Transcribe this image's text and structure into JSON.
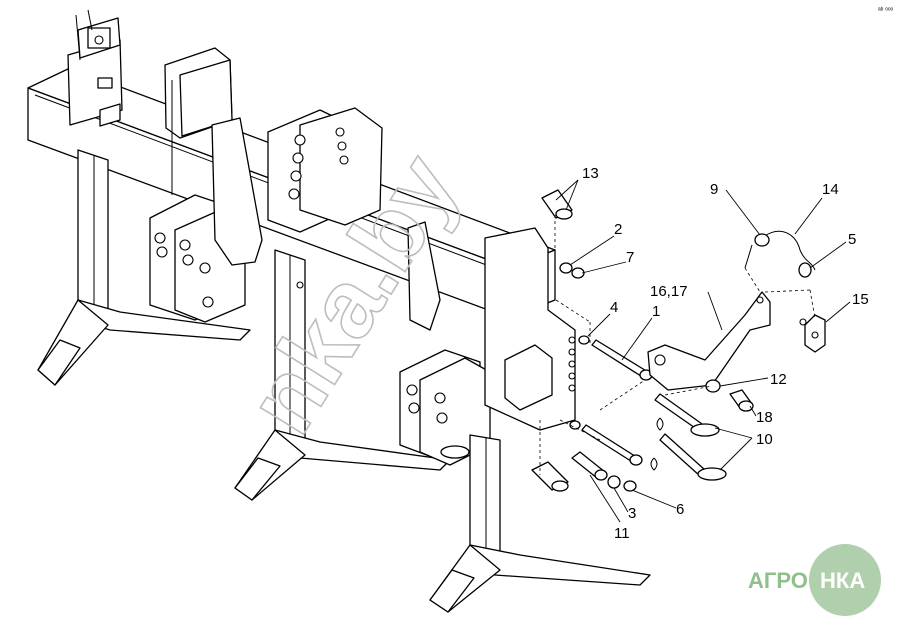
{
  "callouts": [
    {
      "id": "c13",
      "text": "13"
    },
    {
      "id": "c2",
      "text": "2"
    },
    {
      "id": "c7",
      "text": "7"
    },
    {
      "id": "c4",
      "text": "4"
    },
    {
      "id": "c1",
      "text": "1"
    },
    {
      "id": "c16_17",
      "text": "16,17"
    },
    {
      "id": "c9",
      "text": "9"
    },
    {
      "id": "c14",
      "text": "14"
    },
    {
      "id": "c5",
      "text": "5"
    },
    {
      "id": "c15",
      "text": "15"
    },
    {
      "id": "c12",
      "text": "12"
    },
    {
      "id": "c18",
      "text": "18"
    },
    {
      "id": "c10",
      "text": "10"
    },
    {
      "id": "c6",
      "text": "6"
    },
    {
      "id": "c3",
      "text": "3"
    },
    {
      "id": "c11",
      "text": "11"
    }
  ],
  "watermark": {
    "text": "nka.by",
    "color": "#bdbdbd"
  },
  "logo": {
    "left_text": "АГРО",
    "right_text": "НКА",
    "color": "#6fa86a"
  },
  "corner_mark": "ᵃᵇ ᵒᵒᵒ",
  "colors": {
    "line": "#000000",
    "background": "#ffffff"
  }
}
